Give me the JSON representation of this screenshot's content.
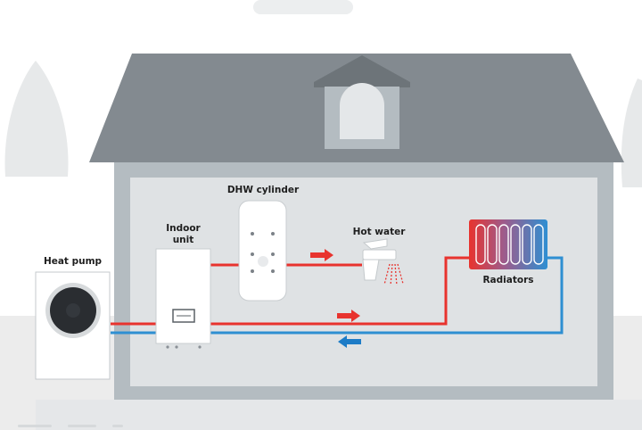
{
  "labels": {
    "heat_pump": "Heat pump",
    "indoor_unit_line1": "Indoor",
    "indoor_unit_line2": "unit",
    "dhw_cylinder": "DHW cylinder",
    "hot_water": "Hot water",
    "radiators": "Radiators"
  },
  "colors": {
    "background": "#ffffff",
    "house_roof": "#7e868c",
    "house_wall": "#b4bcc1",
    "house_interior": "#dfe2e4",
    "floor": "#e5e7e9",
    "hot_pipe": "#e8332e",
    "cold_pipe": "#2e8fd2",
    "hot_arrow": "#e8332e",
    "cold_arrow": "#1d7cc7",
    "unit_body": "#ffffff",
    "fan": "#2a2d31"
  },
  "icons": [
    "heat-pump-fan-icon",
    "faucet-icon",
    "radiator-icon",
    "flow-arrow-icon"
  ]
}
